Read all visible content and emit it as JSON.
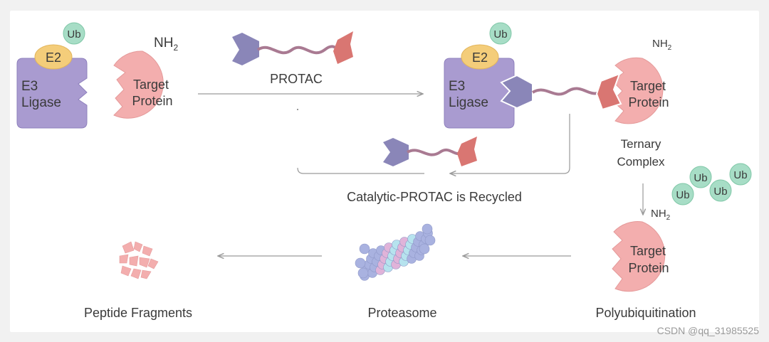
{
  "labels": {
    "ub": "Ub",
    "e2": "E2",
    "e3_line1": "E3",
    "e3_line2": "Ligase",
    "nh2_main": "NH",
    "nh2_sub": "2",
    "target_line1": "Target",
    "target_line2": "Protein",
    "protac": "PROTAC",
    "ternary_line1": "Ternary",
    "ternary_line2": "Complex",
    "recycled": "Catalytic-PROTAC is Recycled",
    "peptide": "Peptide Fragments",
    "proteasome": "Proteasome",
    "polyub": "Polyubiquitination"
  },
  "watermark": "CSDN @qq_31985525",
  "colors": {
    "e3": "#a99bd0",
    "e3_stroke": "#8e80bd",
    "e2": "#f4cd7a",
    "ub": "#a7ddc6",
    "ub_stroke": "#7fc7a7",
    "target": "#f3aeae",
    "protac_left": "#8a86b8",
    "protac_right": "#d97672",
    "arrow": "#9a9a9a"
  }
}
